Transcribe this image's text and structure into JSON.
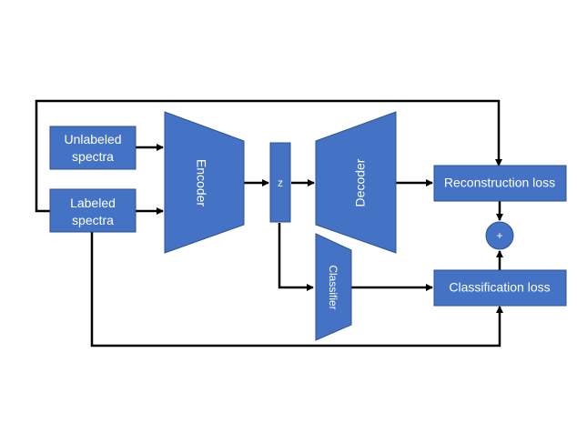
{
  "nodes": {
    "unlabeled": {
      "line1": "Unlabeled",
      "line2": "spectra"
    },
    "labeled": {
      "line1": "Labeled",
      "line2": "spectra"
    },
    "encoder": "Encoder",
    "z": "z",
    "decoder": "Decoder",
    "classifier": "Classifier",
    "reconstruction_loss": "Reconstruction loss",
    "classification_loss": "Classification loss",
    "sum": "+"
  },
  "colors": {
    "shape_fill": "#4472C4",
    "shape_stroke": "#2F528F",
    "wire": "#000000",
    "text": "#ffffff"
  }
}
